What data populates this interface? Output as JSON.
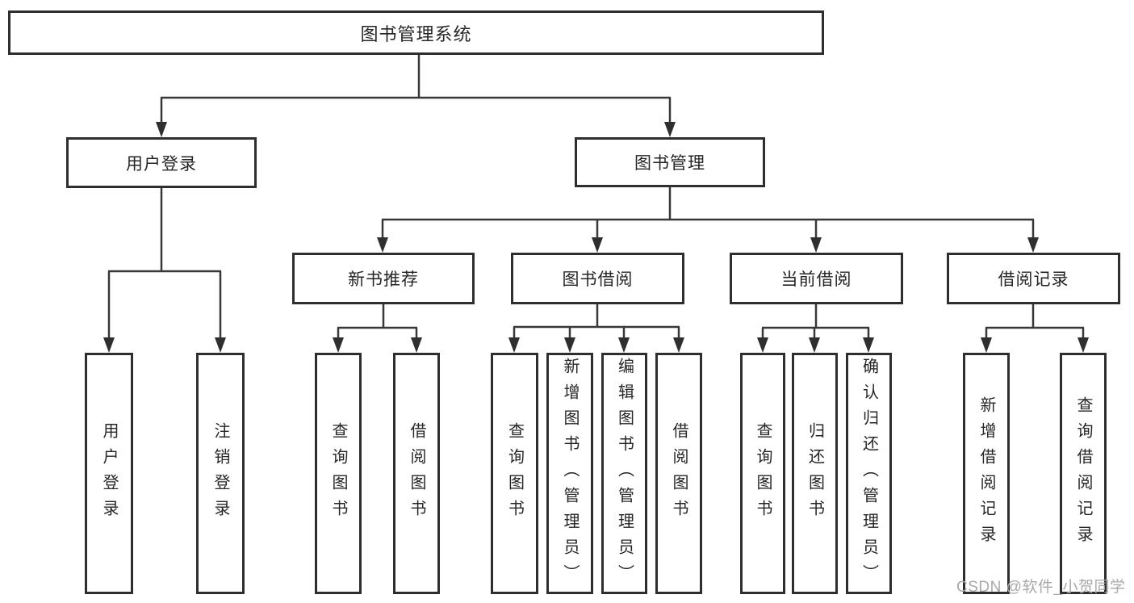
{
  "tree": {
    "label": "图书管理系统",
    "children": [
      {
        "label": "用户登录",
        "children": [
          {
            "label": "用户登录"
          },
          {
            "label": "注销登录"
          }
        ]
      },
      {
        "label": "图书管理",
        "children": [
          {
            "label": "新书推荐",
            "children": [
              {
                "label": "查询图书"
              },
              {
                "label": "借阅图书"
              }
            ]
          },
          {
            "label": "图书借阅",
            "children": [
              {
                "label": "查询图书"
              },
              {
                "label": "新增图书（管理员）"
              },
              {
                "label": "编辑图书（管理员）"
              },
              {
                "label": "借阅图书"
              }
            ]
          },
          {
            "label": "当前借阅",
            "children": [
              {
                "label": "查询图书"
              },
              {
                "label": "归还图书"
              },
              {
                "label": "确认归还（管理员）"
              }
            ]
          },
          {
            "label": "借阅记录",
            "children": [
              {
                "label": "新增借阅记录"
              },
              {
                "label": "查询借阅记录"
              }
            ]
          }
        ]
      }
    ]
  },
  "watermark": {
    "text": "CSDN @软件_小贺同学"
  },
  "colors": {
    "line": "#383838",
    "box_border": "#2e2e2e",
    "text": "#262626",
    "watermark": "#a9a9a9",
    "background": "#ffffff"
  }
}
